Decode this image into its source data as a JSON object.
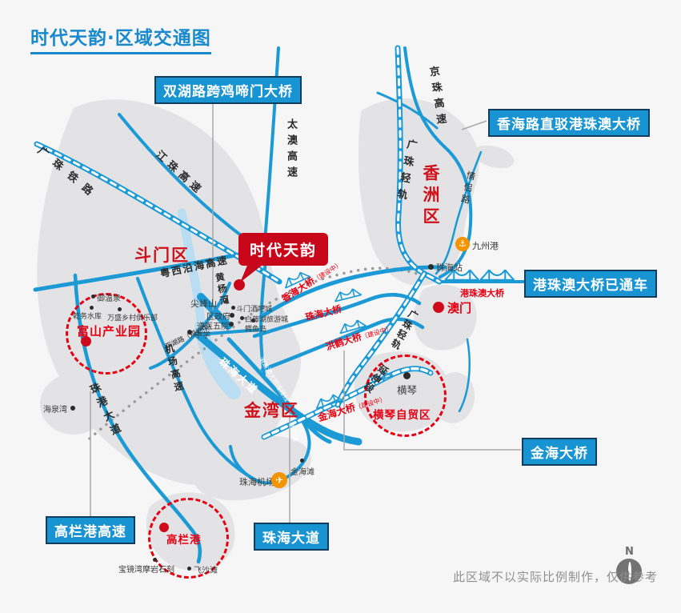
{
  "title": "时代天韵·区域交通图",
  "marker": "时代天韵",
  "callouts": [
    "双湖路跨鸡啼门大桥",
    "香海路直驳港珠澳大桥",
    "港珠澳大桥已通车",
    "金海大桥",
    "高栏港高速",
    "珠海大道"
  ],
  "districts": [
    "斗门区",
    "香洲区",
    "金湾区"
  ],
  "zones": [
    "富山产业园",
    "横琴自贸区",
    "高栏港"
  ],
  "road_labels": [
    "广珠铁路",
    "江珠高速",
    "太澳高速",
    "京珠高速",
    "广珠轻轨",
    "粤西沿海高速",
    "机场高速",
    "珠港大道",
    "广珠轻轨",
    "延伸段",
    "情侣路",
    "黄杨河",
    "双湖路（规划中）",
    "珠海大道",
    "港珠澳大桥连接线",
    "机场路"
  ],
  "bridges": [
    {
      "name": "香海大桥",
      "note": "（建设中）"
    },
    {
      "name": "珠海大桥",
      "note": ""
    },
    {
      "name": "洪鹤大桥",
      "note": "（建设中）"
    },
    {
      "name": "金海大桥",
      "note": "（建设中）"
    },
    {
      "name": "港珠澳大桥",
      "note": ""
    }
  ],
  "places": [
    "御温泉",
    "乾务水库",
    "万盛乡村俱乐部",
    "尖峰山",
    "区政府",
    "遵医五院",
    "中学",
    "斗门酒吧城",
    "白藤湖旅游城",
    "鳄鱼岛",
    "海泉湾",
    "九州港",
    "珠海站",
    "澳门",
    "横琴",
    "珠海机场",
    "金海滩",
    "宝镜湾摩岩石刻",
    "飞沙滩"
  ],
  "icons": {
    "anchor": "⚓",
    "plane": "✈",
    "peak": "▲"
  },
  "footer": {
    "note": "此区域不以实际比例制作，仅供参考",
    "compass": "N"
  },
  "colors": {
    "accent_blue": "#1794d1",
    "title_blue": "#1789cc",
    "brand_red": "#c9071a",
    "zone_red": "#e60012",
    "land": "#e3e3e5",
    "river": "#b9ddf2",
    "rail": "#1b9ad5"
  }
}
